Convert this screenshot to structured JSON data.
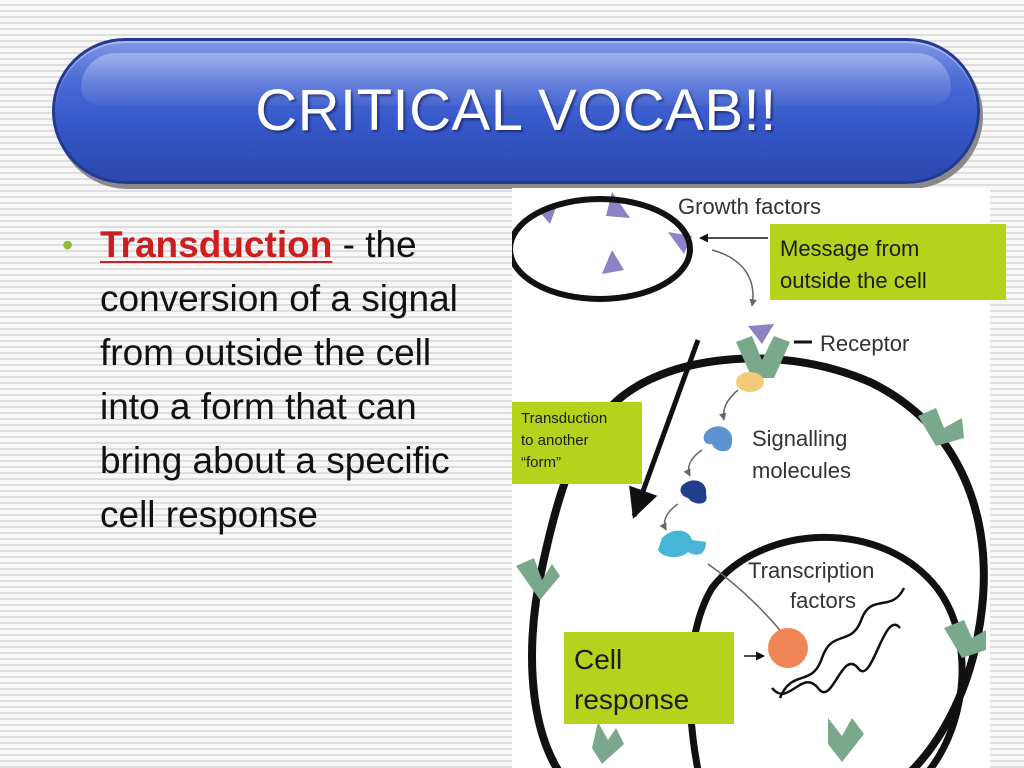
{
  "slide": {
    "title": "CRITICAL VOCAB!!",
    "bullet": {
      "symbol": "•",
      "term": "Transduction",
      "definition": " - the conversion of a signal from outside the cell into a form that can bring about a specific cell response"
    }
  },
  "diagram": {
    "labels": {
      "growth_factors": "Growth factors",
      "receptor": "Receptor",
      "signalling_molecules": "Signalling\nmolecules",
      "transcription_factors": "Transcription\nfactors"
    },
    "callouts": {
      "message": "Message from\noutside the cell",
      "transduction": "Transduction\nto another\n“form”",
      "response": "Cell\nresponse"
    }
  },
  "colors": {
    "title_bar": "#3f5fcf",
    "term": "#cc1e1e",
    "bullet": "#92b93a",
    "callout_fill": "#b5d21c",
    "growth_factor": "#8c82c4",
    "receptor": "#7aa88a",
    "membrane": "#111111"
  }
}
